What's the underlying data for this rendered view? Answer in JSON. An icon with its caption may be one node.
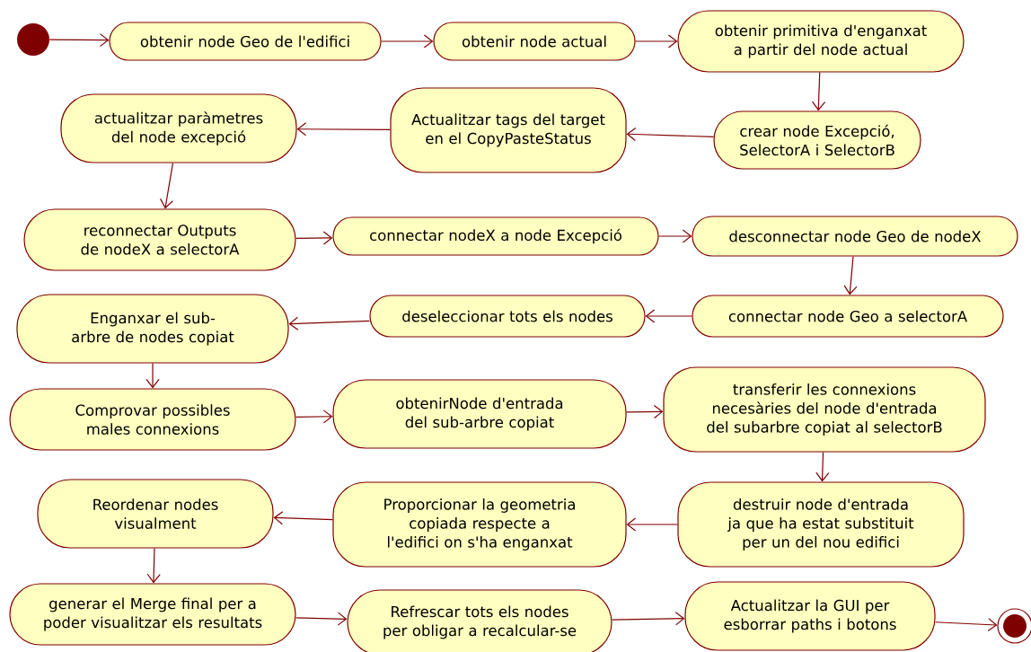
{
  "diagram": {
    "nodes": [
      {
        "text": [],
        "shape": "circle"
      },
      {
        "text": [
          "obtenir node Geo de l'edifici"
        ]
      },
      {
        "text": [
          "obtenir node actual"
        ]
      },
      {
        "text": [
          "obtenir primitiva d'enganxat a partir del node actual"
        ]
      },
      {
        "text": [
          "crear node Excepció, SelectorA i SelectorB"
        ]
      },
      {
        "text": [
          "Actualitzar tags del target en el CopyPasteStatus"
        ]
      },
      {
        "text": [
          "actualitzar paràmetres del node excepció"
        ]
      },
      {
        "text": [
          "reconnectar Outputs de nodeX a selectorA"
        ]
      },
      {
        "text": [
          "connectar nodeX a node Excepció"
        ]
      },
      {
        "text": [
          "desconnectar node Geo de nodeX"
        ]
      },
      {
        "text": [
          "connectar node Geo a selectorA"
        ]
      },
      {
        "text": [
          "deseleccionar tots els nodes"
        ]
      },
      {
        "text": [
          "Enganxar el sub-arbre de nodes copiat"
        ]
      },
      {
        "text": [
          "Comprovar possibles males connexions"
        ]
      },
      {
        "text": [
          "obtenirNode d'entrada del sub-arbre copiat"
        ]
      },
      {
        "text": [
          "transferir les connexions necesàries del node d'entrada del subarbre copiat al selectorB"
        ]
      },
      {
        "text": [
          "destruir node d'entrada ja que ha estat substituit per un del nou edifici"
        ]
      },
      {
        "text": [
          "Proporcionar la geometria copiada respecte a l'edifici on s'ha enganxat"
        ]
      },
      {
        "text": [
          "Reordenar nodes visualment"
        ]
      },
      {
        "text": [
          "generar el Merge final per a poder visualitzar els resultats"
        ]
      },
      {
        "text": [
          "Refrescar tots els nodes per obligar a recalcular-se"
        ]
      },
      {
        "text": [
          "Actualitzar la GUI per esborrar paths i botons"
        ]
      },
      {
        "text": [],
        "shape": "bullseye"
      }
    ],
    "edges": [
      {
        "from": 0,
        "to": 1,
        "arrow": "to"
      },
      {
        "from": 1,
        "to": 2,
        "arrow": "to"
      },
      {
        "from": 2,
        "to": 3,
        "arrow": "to"
      },
      {
        "from": 3,
        "to": 4,
        "arrow": "to"
      },
      {
        "from": 4,
        "to": 5,
        "arrow": "to"
      },
      {
        "from": 5,
        "to": 6,
        "arrow": "to"
      },
      {
        "from": 6,
        "to": 7,
        "arrow": "to"
      },
      {
        "from": 7,
        "to": 8,
        "arrow": "to"
      },
      {
        "from": 8,
        "to": 9,
        "arrow": "to"
      },
      {
        "from": 9,
        "to": 10,
        "arrow": "to"
      },
      {
        "from": 10,
        "to": 11,
        "arrow": "to"
      },
      {
        "from": 11,
        "to": 12,
        "arrow": "to"
      },
      {
        "from": 12,
        "to": 13,
        "arrow": "to"
      },
      {
        "from": 13,
        "to": 14,
        "arrow": "to"
      },
      {
        "from": 14,
        "to": 15,
        "arrow": "to"
      },
      {
        "from": 15,
        "to": 16,
        "arrow": "to"
      },
      {
        "from": 16,
        "to": 17,
        "arrow": "to"
      },
      {
        "from": 17,
        "to": 18,
        "arrow": "to"
      },
      {
        "from": 18,
        "to": 19,
        "arrow": "to"
      },
      {
        "from": 19,
        "to": 20,
        "arrow": "to"
      },
      {
        "from": 20,
        "to": 21,
        "arrow": "to"
      },
      {
        "from": 21,
        "to": 22,
        "arrow": "to"
      }
    ]
  }
}
